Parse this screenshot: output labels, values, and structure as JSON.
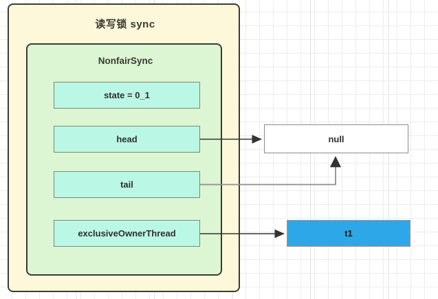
{
  "diagram": {
    "title": "读写锁 sync",
    "outer": {
      "label": "读写锁 sync",
      "fill": "#fcf8d9",
      "stroke": "#3a3a32"
    },
    "inner": {
      "label": "NonfairSync",
      "fill": "#dcf5d3",
      "stroke": "#3a3a32"
    },
    "fields": [
      {
        "name": "state",
        "label": "state = 0_1",
        "fill": "#baf7e4"
      },
      {
        "name": "head",
        "label": "head",
        "fill": "#baf7e4"
      },
      {
        "name": "tail",
        "label": "tail",
        "fill": "#baf7e4"
      },
      {
        "name": "exclusiveOwnerThread",
        "label": "exclusiveOwnerThread",
        "fill": "#baf7e4"
      }
    ],
    "nodes": [
      {
        "name": "null-node",
        "label": "null",
        "fill": "#ffffff",
        "stroke": "#8a8a8a"
      },
      {
        "name": "thread-node",
        "label": "t1",
        "fill": "#2ea7e8",
        "stroke": "#9a9a9a"
      }
    ],
    "edges": [
      {
        "from": "head",
        "to": "null-node",
        "style": "dark-solid-arrow"
      },
      {
        "from": "tail",
        "to": "null-node",
        "style": "gray-elbow-arrow"
      },
      {
        "from": "exclusiveOwnerThread",
        "to": "thread-node",
        "style": "dark-solid-arrow"
      }
    ]
  }
}
